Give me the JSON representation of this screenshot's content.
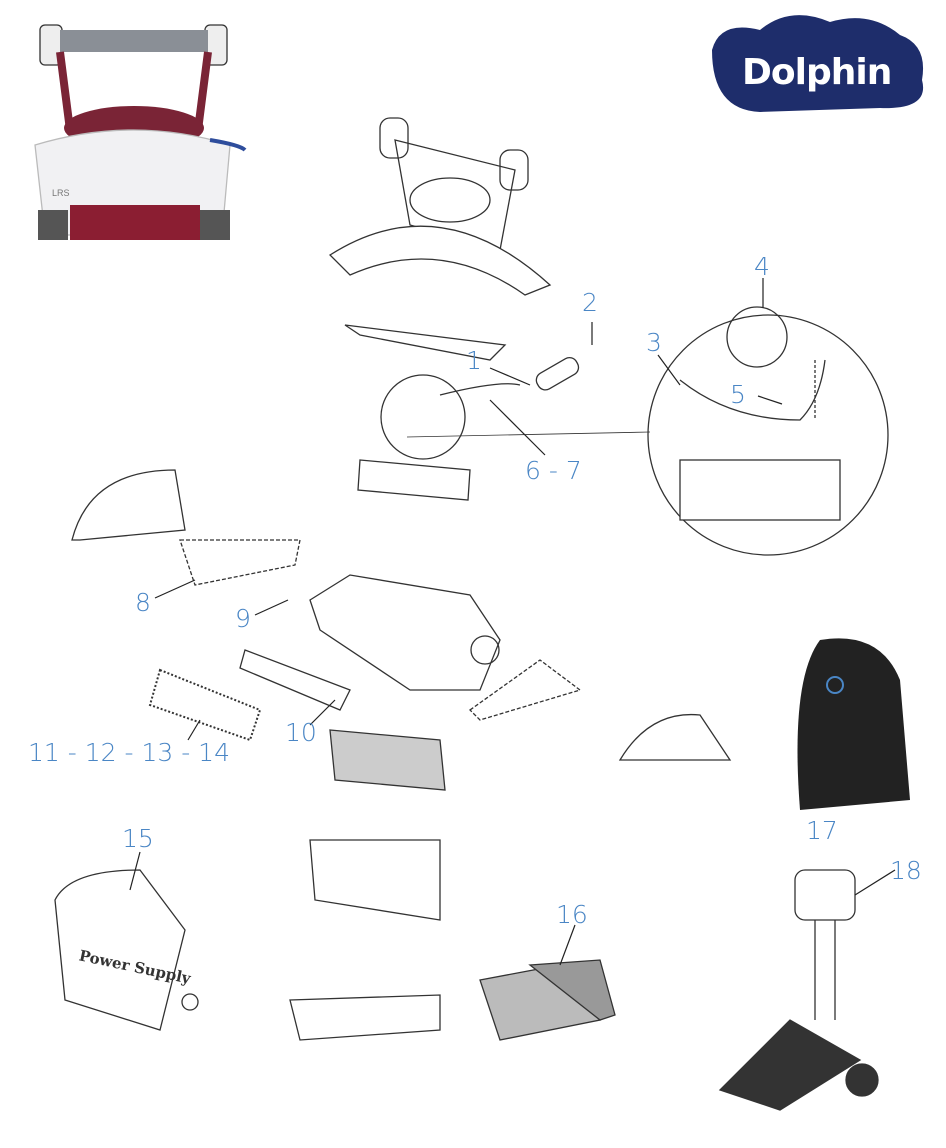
{
  "brand": {
    "name": "Dolphin",
    "color": "#1e2d6b"
  },
  "label_color": "#4a86c5",
  "product_photo": {
    "model_text": "LRS"
  },
  "power_supply_text": "Power Supply",
  "callouts": [
    {
      "id": "1",
      "text": "1"
    },
    {
      "id": "2",
      "text": "2"
    },
    {
      "id": "3",
      "text": "3"
    },
    {
      "id": "4",
      "text": "4"
    },
    {
      "id": "5",
      "text": "5"
    },
    {
      "id": "6-7",
      "text": "6 - 7"
    },
    {
      "id": "8",
      "text": "8"
    },
    {
      "id": "9",
      "text": "9"
    },
    {
      "id": "10",
      "text": "10"
    },
    {
      "id": "11-14",
      "text": "11 - 12 - 13 - 14"
    },
    {
      "id": "15",
      "text": "15"
    },
    {
      "id": "16",
      "text": "16"
    },
    {
      "id": "17",
      "text": "17"
    },
    {
      "id": "18",
      "text": "18"
    }
  ]
}
